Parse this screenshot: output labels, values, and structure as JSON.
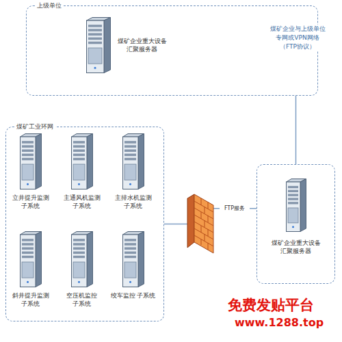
{
  "diagram": {
    "nodes": [
      {
        "text": [
          "上级单位"
        ]
      },
      {
        "text": [
          "煤矿企业重大设备 汇聚服务器"
        ],
        "in": 0
      },
      {
        "text": [
          "煤矿工业环网"
        ]
      },
      {
        "text": [
          "立井提升监测 子系统"
        ],
        "in": 2
      },
      {
        "text": [
          "主通风机监测 子系统"
        ],
        "in": 2
      },
      {
        "text": [
          "主排水机监测 子系统"
        ],
        "in": 2
      },
      {
        "text": [
          "斜井提升监测 子系统"
        ],
        "in": 2
      },
      {
        "text": [
          "空压机监控 子系统"
        ],
        "in": 2
      },
      {
        "text": [
          "绞车监控 子系统"
        ],
        "in": 2
      },
      {
        "text": [
          "煤矿企业重大设备 汇聚服务器"
        ]
      }
    ],
    "edges": [
      {
        "from": 0,
        "to": 9,
        "arrow": "none",
        "label": "煤矿企业与上级单位 专网或VPN网络 （FTP协议）"
      },
      {
        "from": 2,
        "to": 9,
        "arrow": "none",
        "label": "FTP服务"
      }
    ],
    "labels": [
      "免费发贴平台",
      "www.1288.top"
    ]
  }
}
